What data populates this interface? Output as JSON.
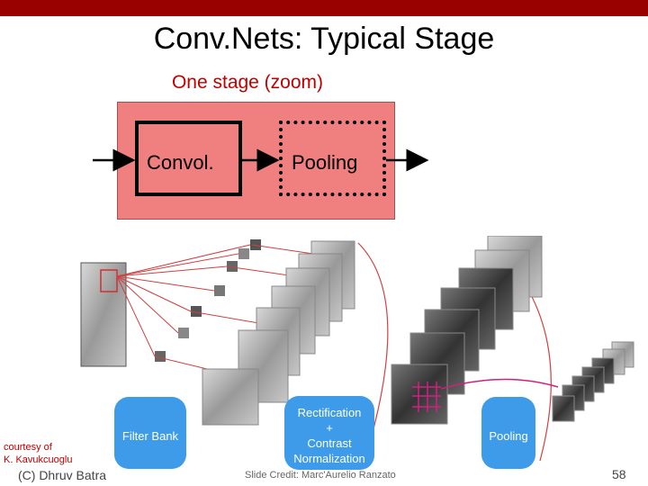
{
  "slide": {
    "title": "Conv.Nets: Typical Stage",
    "subtitle": "One stage (zoom)",
    "convol_label": "Convol.",
    "pooling_label": "Pooling",
    "courtesy_line1": "courtesy of",
    "courtesy_line2": "K. Kavukcuoglu",
    "author": "(C) Dhruv Batra",
    "credit": "Slide Credit: Marc'Aurelio Ranzato",
    "page_number": "58"
  },
  "figure": {
    "filter_bank_label": "Filter Bank",
    "rect_line1": "Rectification",
    "rect_line2": "+",
    "rect_line3": "Contrast",
    "rect_line4": "Normalization",
    "pooling_label": "Pooling"
  },
  "colors": {
    "top_bar": "#990000",
    "subtitle": "#c00000",
    "stage_box": "#f08080",
    "pill": "#3d9be9"
  }
}
